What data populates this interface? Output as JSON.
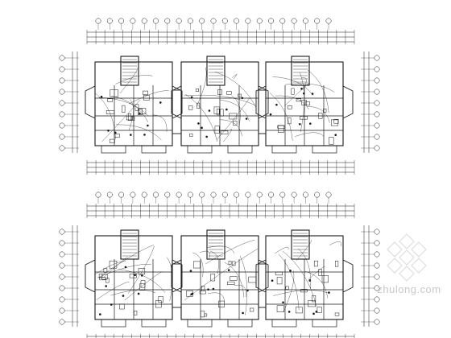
{
  "watermark": {
    "text": "zhulong.com"
  },
  "plans": [
    {
      "id": "plan-upper"
    },
    {
      "id": "plan-lower"
    }
  ],
  "colors": {
    "line": "#1a1a1a",
    "watermark": "#c9c9c9",
    "background": "#ffffff"
  }
}
